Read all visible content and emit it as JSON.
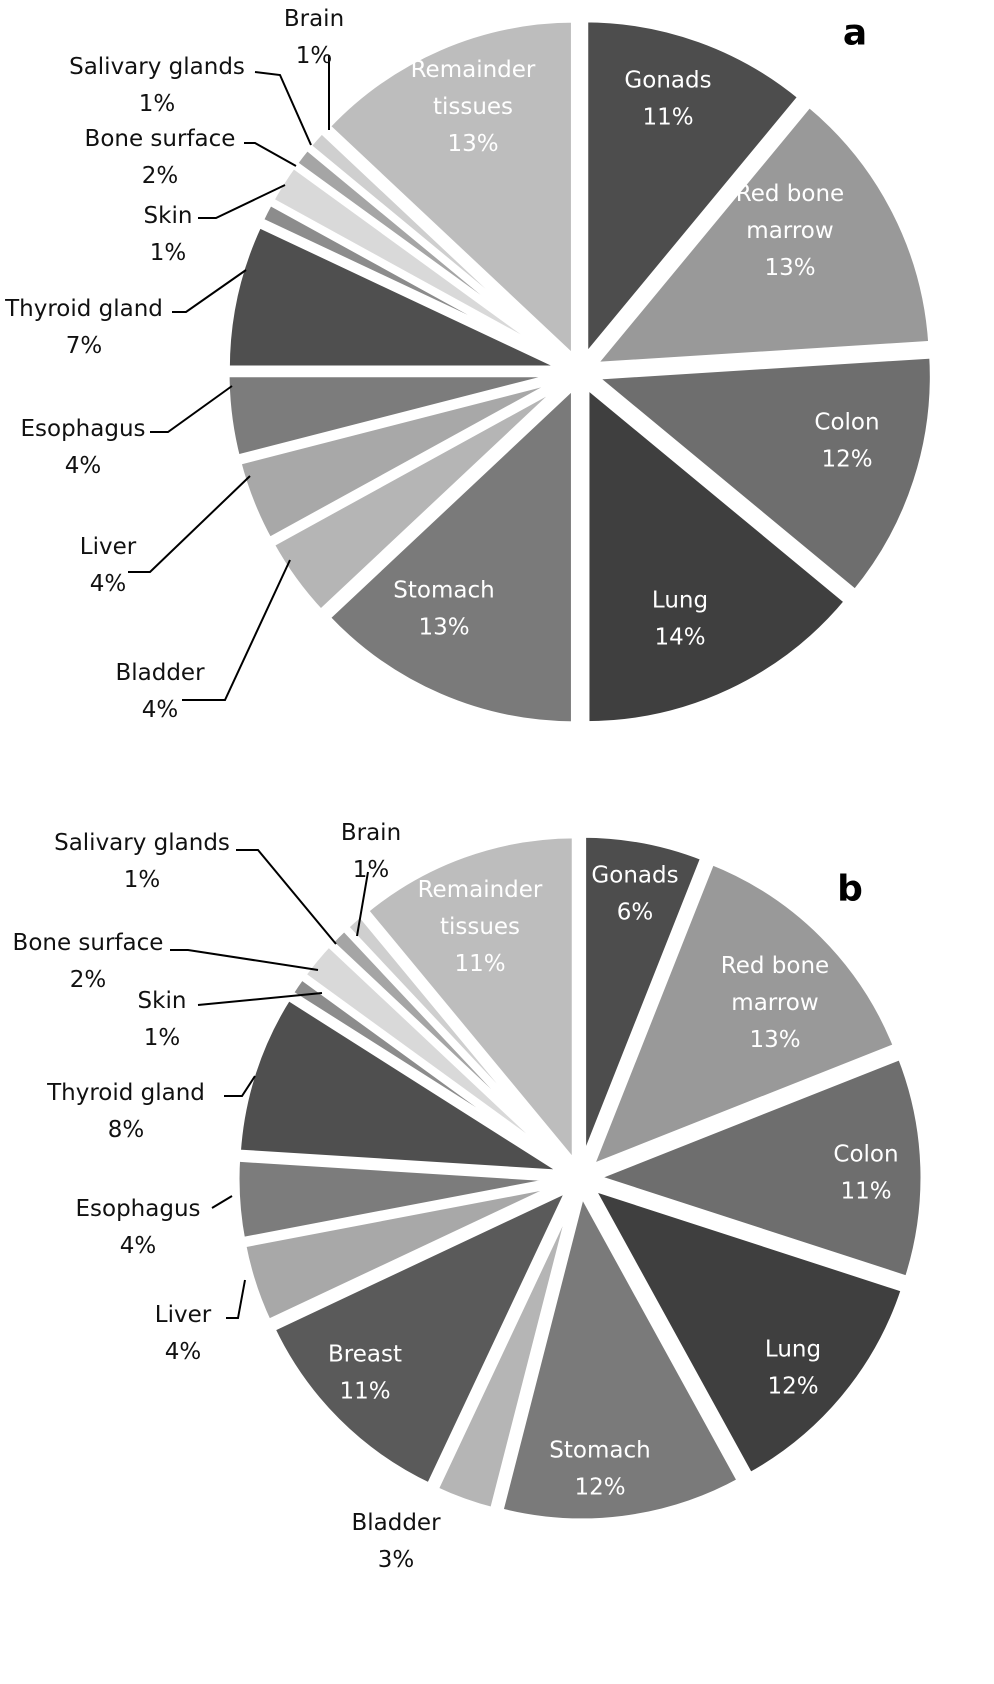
{
  "chart_data": [
    {
      "type": "pie",
      "panel_label": "a",
      "slices": [
        {
          "label": "Gonads",
          "label_lines": [
            "Gonads"
          ],
          "value": 11,
          "value_text": "11%",
          "color": "#4d4d4d",
          "label_position": "inside"
        },
        {
          "label": "Red bone marrow",
          "label_lines": [
            "Red bone",
            "marrow"
          ],
          "value": 13,
          "value_text": "13%",
          "color": "#999999",
          "label_position": "inside"
        },
        {
          "label": "Colon",
          "label_lines": [
            "Colon"
          ],
          "value": 12,
          "value_text": "12%",
          "color": "#6e6e6e",
          "label_position": "inside"
        },
        {
          "label": "Lung",
          "label_lines": [
            "Lung"
          ],
          "value": 14,
          "value_text": "14%",
          "color": "#3f3f3f",
          "label_position": "inside"
        },
        {
          "label": "Stomach",
          "label_lines": [
            "Stomach"
          ],
          "value": 13,
          "value_text": "13%",
          "color": "#7a7a7a",
          "label_position": "inside"
        },
        {
          "label": "Bladder",
          "label_lines": [
            "Bladder"
          ],
          "value": 4,
          "value_text": "4%",
          "color": "#b5b5b5",
          "label_position": "outside"
        },
        {
          "label": "Liver",
          "label_lines": [
            "Liver"
          ],
          "value": 4,
          "value_text": "4%",
          "color": "#a8a8a8",
          "label_position": "outside"
        },
        {
          "label": "Esophagus",
          "label_lines": [
            "Esophagus"
          ],
          "value": 4,
          "value_text": "4%",
          "color": "#7c7c7c",
          "label_position": "outside"
        },
        {
          "label": "Thyroid gland",
          "label_lines": [
            "Thyroid gland"
          ],
          "value": 7,
          "value_text": "7%",
          "color": "#4f4f4f",
          "label_position": "outside"
        },
        {
          "label": "Skin",
          "label_lines": [
            "Skin"
          ],
          "value": 1,
          "value_text": "1%",
          "color": "#8c8c8c",
          "label_position": "outside"
        },
        {
          "label": "Bone surface",
          "label_lines": [
            "Bone surface"
          ],
          "value": 2,
          "value_text": "2%",
          "color": "#d9d9d9",
          "label_position": "outside"
        },
        {
          "label": "Salivary glands",
          "label_lines": [
            "Salivary glands"
          ],
          "value": 1,
          "value_text": "1%",
          "color": "#a5a5a5",
          "label_position": "outside"
        },
        {
          "label": "Brain",
          "label_lines": [
            "Brain"
          ],
          "value": 1,
          "value_text": "1%",
          "color": "#cfcfcf",
          "label_position": "outside"
        },
        {
          "label": "Remainder tissues",
          "label_lines": [
            "Remainder",
            "tissues"
          ],
          "value": 13,
          "value_text": "13%",
          "color": "#bdbdbd",
          "label_position": "inside"
        }
      ]
    },
    {
      "type": "pie",
      "panel_label": "b",
      "slices": [
        {
          "label": "Gonads",
          "label_lines": [
            "Gonads"
          ],
          "value": 6,
          "value_text": "6%",
          "color": "#4d4d4d",
          "label_position": "inside"
        },
        {
          "label": "Red bone marrow",
          "label_lines": [
            "Red bone",
            "marrow"
          ],
          "value": 13,
          "value_text": "13%",
          "color": "#999999",
          "label_position": "inside"
        },
        {
          "label": "Colon",
          "label_lines": [
            "Colon"
          ],
          "value": 11,
          "value_text": "11%",
          "color": "#6e6e6e",
          "label_position": "inside"
        },
        {
          "label": "Lung",
          "label_lines": [
            "Lung"
          ],
          "value": 12,
          "value_text": "12%",
          "color": "#3f3f3f",
          "label_position": "inside"
        },
        {
          "label": "Stomach",
          "label_lines": [
            "Stomach"
          ],
          "value": 12,
          "value_text": "12%",
          "color": "#7a7a7a",
          "label_position": "inside"
        },
        {
          "label": "Bladder",
          "label_lines": [
            "Bladder"
          ],
          "value": 3,
          "value_text": "3%",
          "color": "#b5b5b5",
          "label_position": "outside"
        },
        {
          "label": "Breast",
          "label_lines": [
            "Breast"
          ],
          "value": 11,
          "value_text": "11%",
          "color": "#5a5a5a",
          "label_position": "inside"
        },
        {
          "label": "Liver",
          "label_lines": [
            "Liver"
          ],
          "value": 4,
          "value_text": "4%",
          "color": "#a8a8a8",
          "label_position": "outside"
        },
        {
          "label": "Esophagus",
          "label_lines": [
            "Esophagus"
          ],
          "value": 4,
          "value_text": "4%",
          "color": "#7c7c7c",
          "label_position": "outside"
        },
        {
          "label": "Thyroid gland",
          "label_lines": [
            "Thyroid gland"
          ],
          "value": 8,
          "value_text": "8%",
          "color": "#4f4f4f",
          "label_position": "outside"
        },
        {
          "label": "Skin",
          "label_lines": [
            "Skin"
          ],
          "value": 1,
          "value_text": "1%",
          "color": "#8c8c8c",
          "label_position": "outside"
        },
        {
          "label": "Bone surface",
          "label_lines": [
            "Bone surface"
          ],
          "value": 2,
          "value_text": "2%",
          "color": "#d9d9d9",
          "label_position": "outside"
        },
        {
          "label": "Salivary glands",
          "label_lines": [
            "Salivary glands"
          ],
          "value": 1,
          "value_text": "1%",
          "color": "#a5a5a5",
          "label_position": "outside"
        },
        {
          "label": "Brain",
          "label_lines": [
            "Brain"
          ],
          "value": 1,
          "value_text": "1%",
          "color": "#cfcfcf",
          "label_position": "outside"
        },
        {
          "label": "Remainder tissues",
          "label_lines": [
            "Remainder",
            "tissues"
          ],
          "value": 11,
          "value_text": "11%",
          "color": "#bdbdbd",
          "label_position": "inside"
        }
      ]
    }
  ]
}
